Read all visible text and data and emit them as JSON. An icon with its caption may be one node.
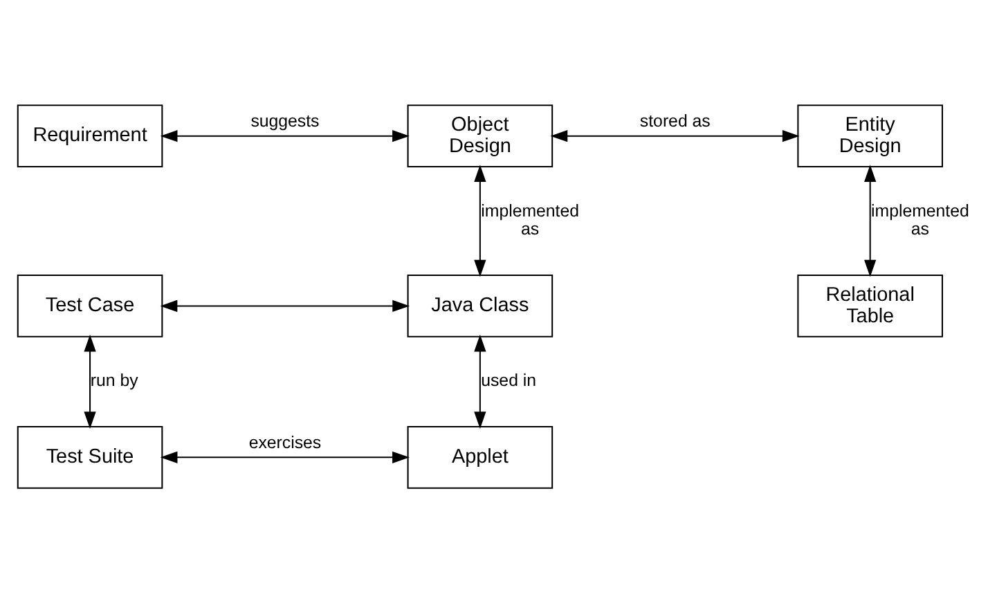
{
  "diagram": {
    "nodes": [
      {
        "text": [
          "Requirement"
        ]
      },
      {
        "text": [
          "Object Design"
        ]
      },
      {
        "text": [
          "Entity Design"
        ]
      },
      {
        "text": [
          "Test Case"
        ]
      },
      {
        "text": [
          "Java Class"
        ]
      },
      {
        "text": [
          "Relational Table"
        ]
      },
      {
        "text": [
          "Test Suite"
        ]
      },
      {
        "text": [
          "Applet"
        ]
      }
    ],
    "edges": [
      {
        "from": 0,
        "to": 1,
        "arrow": "both",
        "label": "suggests"
      },
      {
        "from": 1,
        "to": 2,
        "arrow": "both",
        "label": "stored as"
      },
      {
        "from": 1,
        "to": 4,
        "arrow": "both",
        "label": "implemented as"
      },
      {
        "from": 2,
        "to": 5,
        "arrow": "both",
        "label": "implemented as"
      },
      {
        "from": 3,
        "to": 4,
        "arrow": "both"
      },
      {
        "from": 3,
        "to": 6,
        "arrow": "both",
        "label": "run by"
      },
      {
        "from": 4,
        "to": 7,
        "arrow": "both",
        "label": "used in"
      },
      {
        "from": 6,
        "to": 7,
        "arrow": "both",
        "label": "exercises"
      }
    ]
  }
}
